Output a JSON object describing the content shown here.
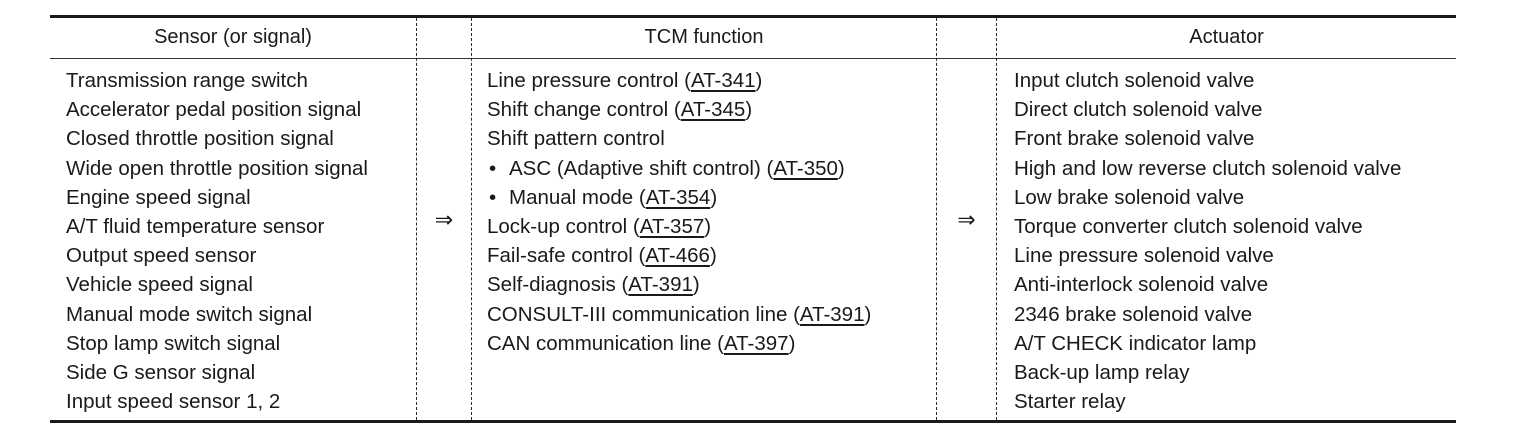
{
  "headers": {
    "sensor": "Sensor (or signal)",
    "tcm": "TCM function",
    "actuator": "Actuator"
  },
  "arrow_symbol": "⇒",
  "sensors": [
    "Transmission range switch",
    "Accelerator pedal position signal",
    "Closed throttle position signal",
    "Wide open throttle position signal",
    "Engine speed signal",
    "A/T fluid temperature sensor",
    "Output speed sensor",
    "Vehicle speed signal",
    "Manual mode switch signal",
    "Stop lamp switch signal",
    "Side G sensor signal",
    "Input speed sensor 1, 2"
  ],
  "tcm_functions": [
    {
      "bullet": "",
      "text": "Line pressure control (",
      "link": "AT-341",
      "after": ")"
    },
    {
      "bullet": "",
      "text": "Shift change control (",
      "link": "AT-345",
      "after": ")"
    },
    {
      "bullet": "",
      "text": "Shift pattern control",
      "link": "",
      "after": ""
    },
    {
      "bullet": "•",
      "text": "ASC (Adaptive shift control) (",
      "link": "AT-350",
      "after": ")"
    },
    {
      "bullet": "•",
      "text": "Manual mode (",
      "link": "AT-354",
      "after": ")"
    },
    {
      "bullet": "",
      "text": "Lock-up control (",
      "link": "AT-357",
      "after": ")"
    },
    {
      "bullet": "",
      "text": "Fail-safe control (",
      "link": "AT-466",
      "after": ")"
    },
    {
      "bullet": "",
      "text": "Self-diagnosis (",
      "link": "AT-391",
      "after": ")"
    },
    {
      "bullet": "",
      "text": "CONSULT-III communication line (",
      "link": "AT-391",
      "after": ")"
    },
    {
      "bullet": "",
      "text": "CAN communication line (",
      "link": "AT-397",
      "after": ")"
    }
  ],
  "actuators": [
    "Input clutch solenoid valve",
    "Direct clutch solenoid valve",
    "Front brake solenoid valve",
    "High and low reverse clutch solenoid valve",
    "Low brake solenoid valve",
    "Torque converter clutch solenoid valve",
    "Line pressure solenoid valve",
    "Anti-interlock solenoid valve",
    "2346 brake solenoid valve",
    "A/T CHECK indicator lamp",
    "Back-up lamp relay",
    "Starter relay"
  ]
}
